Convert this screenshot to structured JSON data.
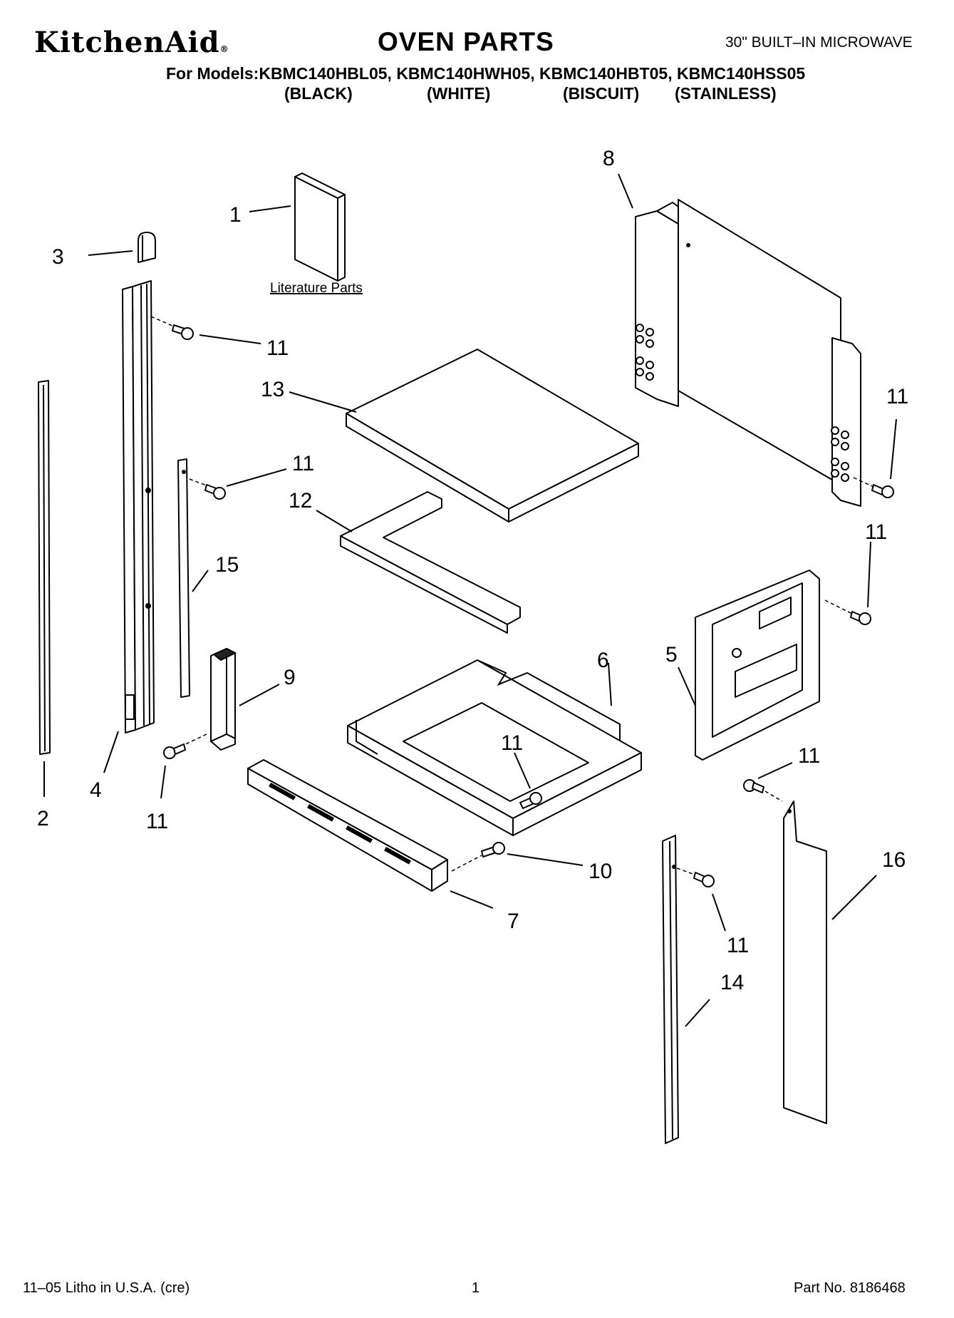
{
  "header": {
    "brand": "KitchenAid",
    "brand_mark": "®",
    "title": "OVEN PARTS",
    "product": "30\" BUILT–IN MICROWAVE",
    "models_line": "For Models:KBMC140HBL05, KBMC140HWH05, KBMC140HBT05, KBMC140HSS05",
    "colors": [
      "(BLACK)",
      "(WHITE)",
      "(BISCUIT)",
      "(STAINLESS)"
    ]
  },
  "diagram": {
    "literature_label": "Literature Parts",
    "callouts": {
      "c1": "1",
      "c2": "2",
      "c3": "3",
      "c4": "4",
      "c5": "5",
      "c6": "6",
      "c7": "7",
      "c8": "8",
      "c9": "9",
      "c10": "10",
      "c12": "12",
      "c13": "13",
      "c14": "14",
      "c15": "15",
      "c16": "16",
      "c11a": "11",
      "c11b": "11",
      "c11c": "11",
      "c11d": "11",
      "c11e": "11",
      "c11f": "11",
      "c11g": "11",
      "c11h": "11"
    }
  },
  "footer": {
    "litho": "11–05 Litho in U.S.A. (cre)",
    "page": "1",
    "part_no": "Part No. 8186468"
  }
}
